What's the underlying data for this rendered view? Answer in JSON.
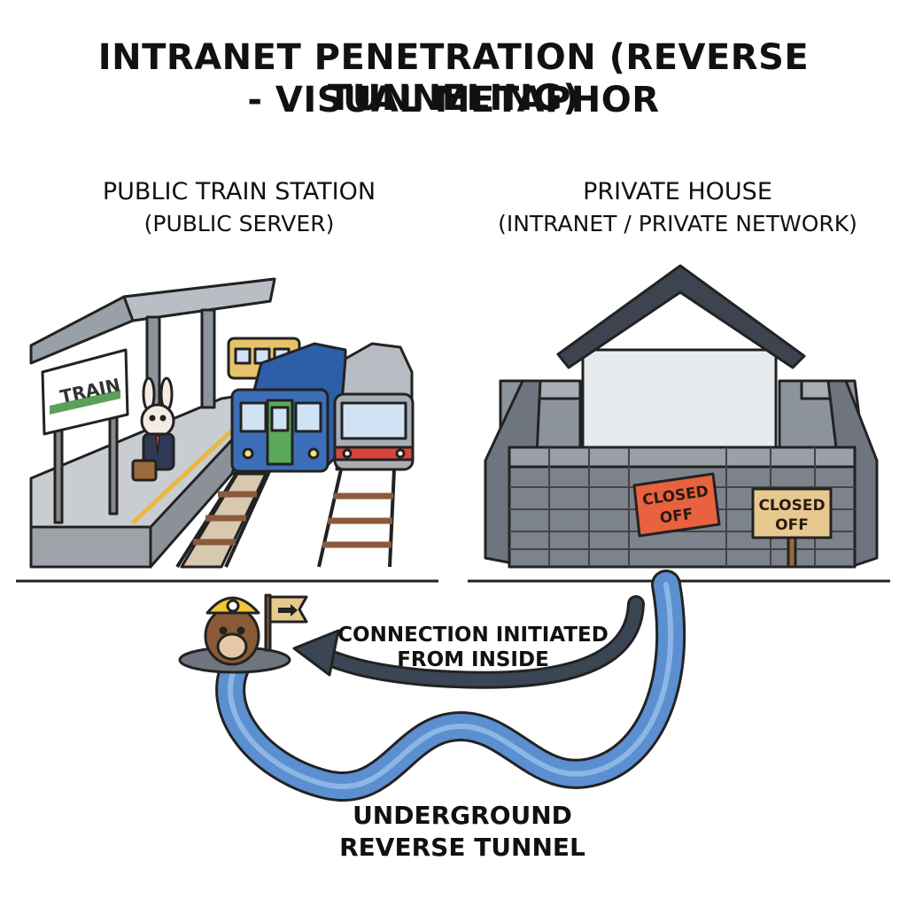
{
  "title": {
    "line1": "INTRANET PENETRATION (REVERSE TUNNELING)",
    "line2": "- VISUAL METAPHOR"
  },
  "left_panel": {
    "heading": "PUBLIC TRAIN STATION",
    "subheading": "(PUBLIC SERVER)",
    "station_sign": "TRAIN"
  },
  "right_panel": {
    "heading": "PRIVATE HOUSE",
    "subheading": "(INTRANET / PRIVATE NETWORK)",
    "sign_red": {
      "line1": "CLOSED",
      "line2": "OFF"
    },
    "sign_tan": {
      "line1": "CLOSED",
      "line2": "OFF"
    }
  },
  "arrow_label": {
    "line1": "CONNECTION INITIATED",
    "line2": "FROM INSIDE"
  },
  "tunnel_label": {
    "line1": "UNDERGROUND",
    "line2": "REVERSE TUNNEL"
  },
  "colors": {
    "tunnel": "#5b8fcf",
    "tunnel_dark": "#2f5f99",
    "wall": "#7d838c",
    "roof": "#3d4450",
    "train_blue": "#2d5ea8",
    "train_silver": "#9aa0a8",
    "sign_red": "#e8623f",
    "sign_tan": "#e7c98f",
    "arrow": "#3a4654"
  },
  "icons": {
    "rabbit": "rabbit-traveler-icon",
    "mole": "mole-miner-icon",
    "flag": "arrow-flag-icon"
  }
}
